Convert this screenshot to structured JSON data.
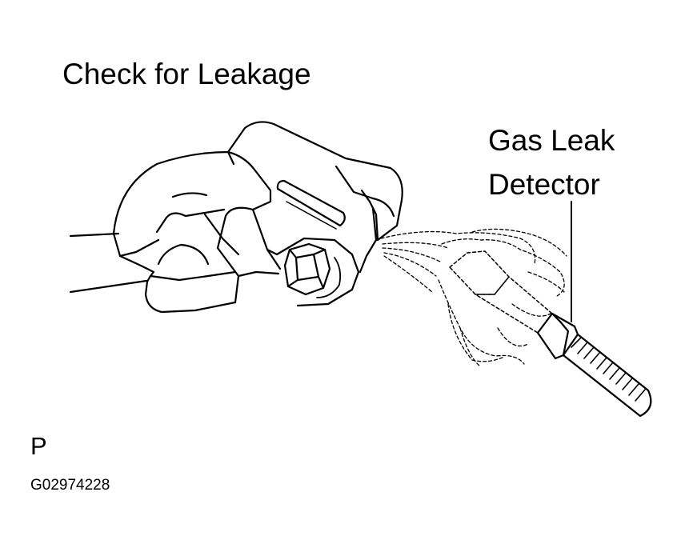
{
  "title": "Check for Leakage",
  "callout": {
    "line1": "Gas Leak",
    "line2": "Detector"
  },
  "view_letter": "P",
  "figure_code": "G02974228",
  "colors": {
    "ink": "#000000",
    "paper": "#ffffff"
  },
  "icons": {
    "fitting": "pipe-union-fitting-illustration",
    "detector": "gas-leak-detector-probe-illustration"
  }
}
